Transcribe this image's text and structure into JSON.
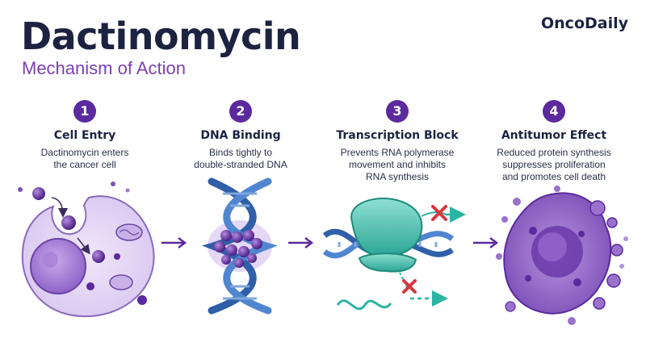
{
  "header": {
    "title": "Dactinomycin",
    "subtitle": "Mechanism of Action",
    "brand": "OncoDaily"
  },
  "steps": [
    {
      "number": "1",
      "title": "Cell Entry",
      "description": "Dactinomycin enters\nthe cancer cell"
    },
    {
      "number": "2",
      "title": "DNA Binding",
      "description": "Binds tightly to\ndouble-stranded DNA"
    },
    {
      "number": "3",
      "title": "Transcription Block",
      "description": "Prevents RNA polymerase\nmovement and inhibits\nRNA synthesis"
    },
    {
      "number": "4",
      "title": "Antitumor Effect",
      "description": "Reduced protein synthesis\nsuppresses proliferation\nand promotes cell death"
    }
  ],
  "icons": [
    "cancer-cell-icon",
    "dna-helix-icon",
    "rna-polymerase-icon",
    "dying-cell-icon",
    "arrow-right-icon",
    "block-x-icon"
  ],
  "colors": {
    "primary": "#5b2a9e",
    "dark": "#1c2340",
    "accent": "#7b3fb5",
    "teal": "#2bb3a3"
  }
}
